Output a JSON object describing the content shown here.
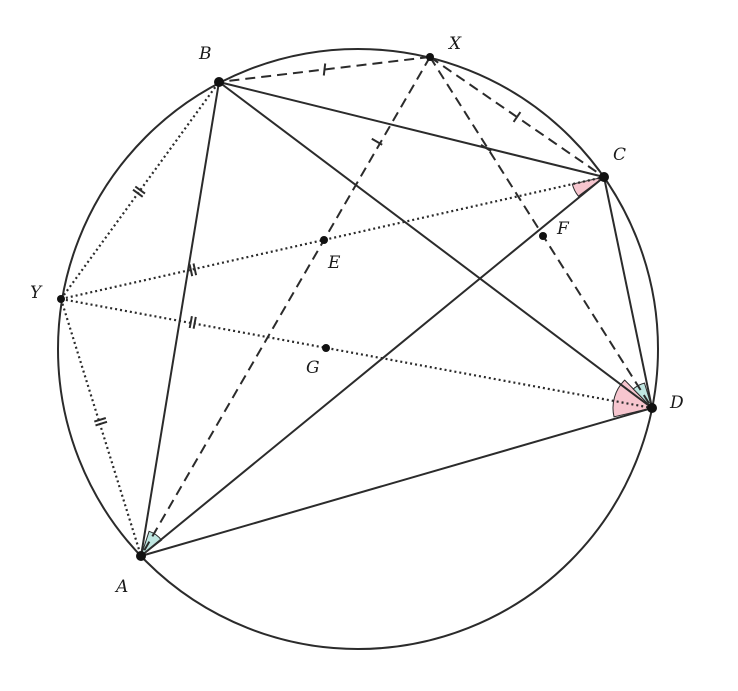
{
  "figure": {
    "stroke_color": "#2b2b2b",
    "angle_fill_teal": "#bfe6e1",
    "angle_fill_pink": "#f7c6cf"
  },
  "labels": {
    "A": "A",
    "B": "B",
    "C": "C",
    "D": "D",
    "X": "X",
    "Y": "Y",
    "E": "E",
    "F": "F",
    "G": "G"
  }
}
